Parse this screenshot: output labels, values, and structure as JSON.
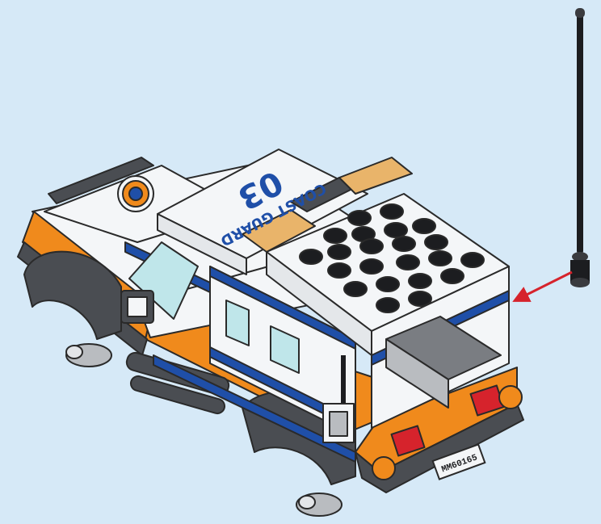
{
  "scene": {
    "background": "#d6e9f7",
    "subject": "instruction-step-illustration"
  },
  "vehicle": {
    "hood_decal": {
      "number": "03",
      "text": "COAST GUARD"
    },
    "license_plate": "MM60165",
    "colors": {
      "body_white": "#f4f6f8",
      "stripe_blue": "#1f4fa8",
      "chassis_orange": "#f08a1c",
      "dark_grey": "#4a4d52",
      "light_grey": "#b9bcc0",
      "studs_black": "#1c1d20",
      "light_amber": "#e9b46a",
      "tail_red": "#d6232c",
      "glass": "#bfe6ea"
    }
  },
  "part": {
    "name": "antenna",
    "color": "#1c1d20"
  },
  "indicator": {
    "type": "placement-arrow",
    "color": "#d6232c"
  }
}
